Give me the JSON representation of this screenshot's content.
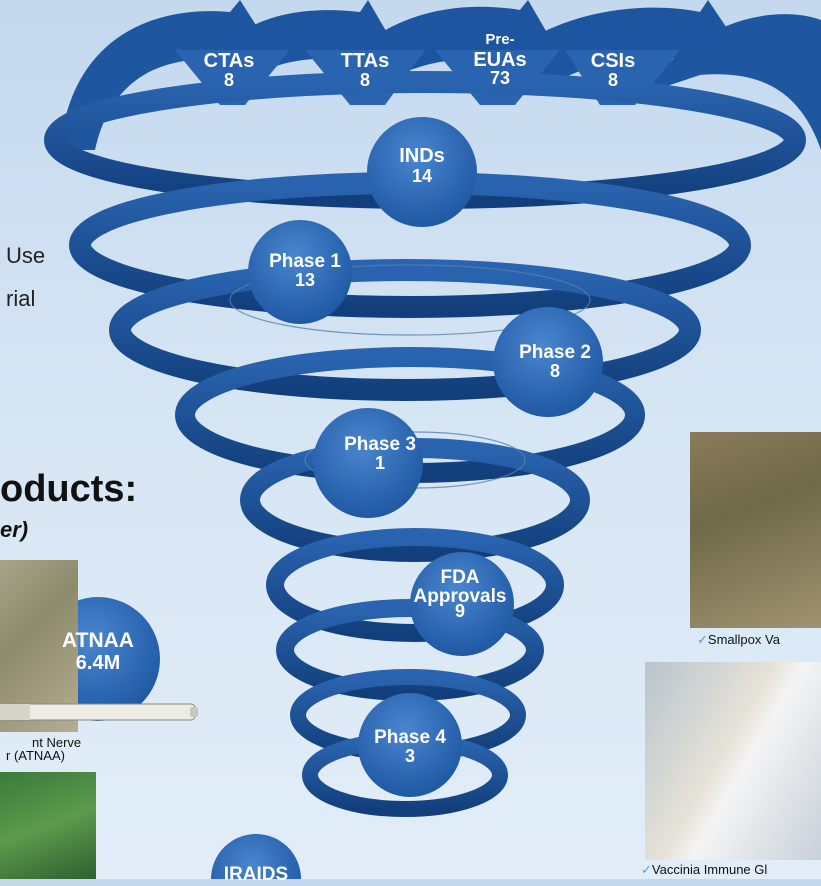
{
  "top_arrows": [
    {
      "label": "CTAs",
      "value": "8"
    },
    {
      "label": "TTAs",
      "value": "8"
    },
    {
      "label_top": "Pre-",
      "label": "EUAs",
      "value": "73"
    },
    {
      "label": "CSIs",
      "value": "8"
    }
  ],
  "funnel_stages": [
    {
      "label": "INDs",
      "value": "14"
    },
    {
      "label": "Phase 1",
      "value": "13"
    },
    {
      "label": "Phase 2",
      "value": "8"
    },
    {
      "label": "Phase 3",
      "value": "1"
    },
    {
      "label_line1": "FDA",
      "label_line2": "Approvals",
      "value": "9"
    },
    {
      "label": "Phase 4",
      "value": "3"
    },
    {
      "label": "IRAIDS"
    }
  ],
  "left_text": {
    "fragment1": "Use",
    "fragment2": "rial",
    "heading": "oducts:",
    "subheading": "er)"
  },
  "atnaa": {
    "label": "ATNAA",
    "value": "6.4M",
    "caption_line1": "nt Nerve",
    "caption_line2": "r (ATNAA)"
  },
  "right_captions": {
    "smallpox": "Smallpox Va",
    "vaccinia": "Vaccinia Immune Gl",
    "checkmark": "✓"
  },
  "colors": {
    "funnel_blue": "#1e56a0",
    "funnel_dark": "#123d78",
    "bubble": "#2e6bb8",
    "check": "#4aa3df"
  }
}
